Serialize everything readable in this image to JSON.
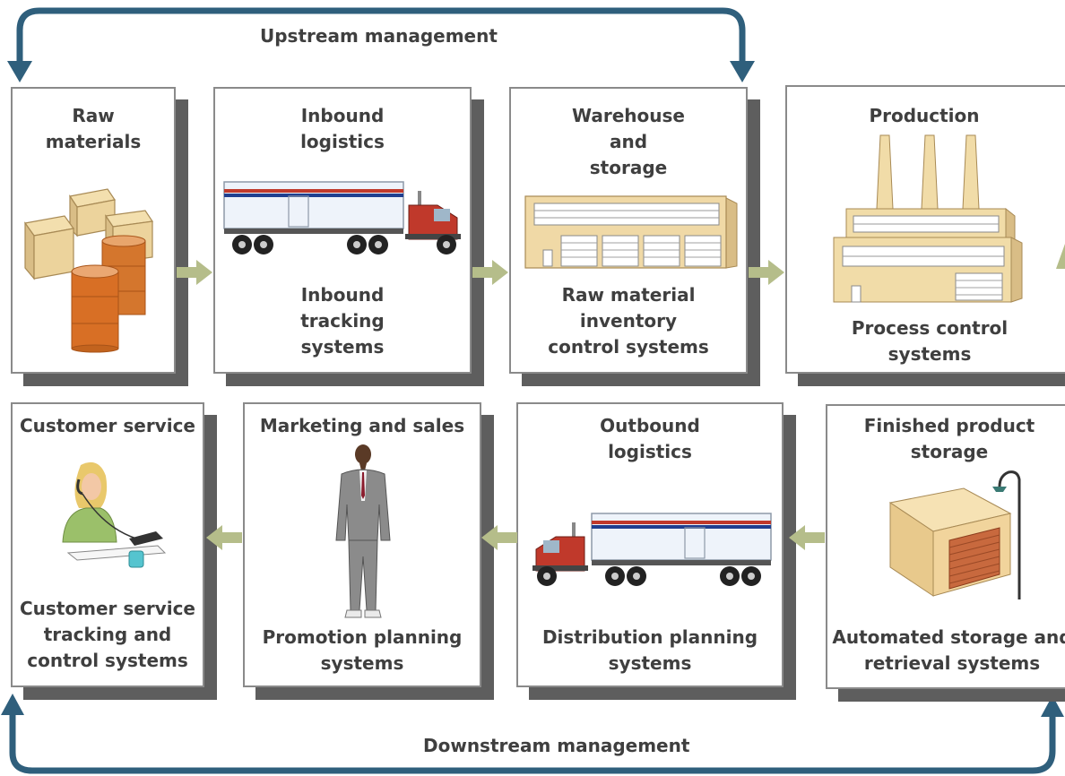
{
  "flows": {
    "upstream": "Upstream management",
    "downstream": "Downstream management"
  },
  "stages": {
    "raw": {
      "title": "Raw\nmaterials"
    },
    "inbound": {
      "title": "Inbound\nlogistics",
      "system": "Inbound\ntracking\nsystems"
    },
    "warehouse": {
      "title": "Warehouse\nand\nstorage",
      "system": "Raw material\ninventory\ncontrol systems"
    },
    "production": {
      "title": "Production",
      "system": "Process control\nsystems"
    },
    "finished": {
      "title": "Finished product\nstorage",
      "system": "Automated storage and\nretrieval systems"
    },
    "outbound": {
      "title": "Outbound\nlogistics",
      "system": "Distribution planning\nsystems"
    },
    "marketing": {
      "title": "Marketing and sales",
      "system": "Promotion planning\nsystems"
    },
    "service": {
      "title": "Customer service",
      "system": "Customer service\ntracking and\ncontrol systems"
    }
  },
  "colors": {
    "flow_arrow": "#2f5f7c",
    "step_arrow": "#b5bd8a",
    "box_border": "#8a8a8a",
    "box_shadow": "#5e5e5e",
    "text": "#3f3f3f"
  }
}
